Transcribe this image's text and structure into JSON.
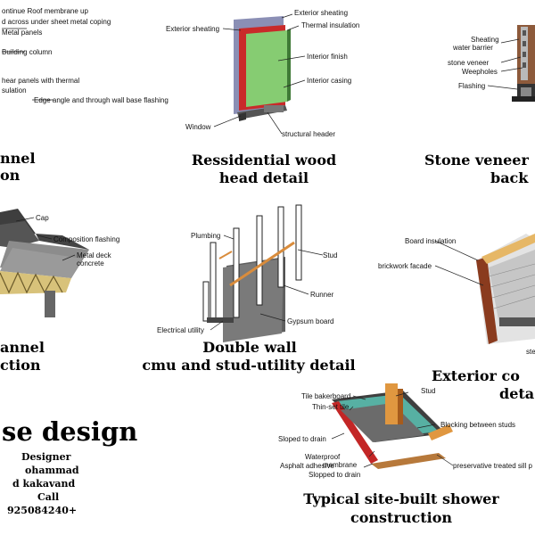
{
  "panels": {
    "metal_panel": {
      "labels": [
        "ontinue Roof membrane up",
        "d across under sheet metal coping",
        "Metal panels",
        "Building column",
        "hear panels with thermal",
        "sulation",
        "Edge angle and through wall base flashing"
      ],
      "title": [
        "nnel",
        "on"
      ]
    },
    "wood_head": {
      "labels": [
        "Exterior sheating",
        "Exterior sheating",
        "Thermal insulation",
        "Interior finish",
        "Interior casing",
        "Window",
        "structural header"
      ],
      "title": [
        "Ressidential wood",
        "head detail"
      ]
    },
    "stone_veneer": {
      "labels": [
        "Sheating",
        "water barrier",
        "stone veneer",
        "Weepholes",
        "Flashing"
      ],
      "title": [
        "Stone veneer",
        "back"
      ]
    },
    "channel": {
      "labels": [
        "Cap",
        "Composition flashing",
        "Metal deck",
        "concrete"
      ],
      "title": [
        "annel",
        "ction"
      ]
    },
    "double_wall": {
      "labels": [
        "Plumbing",
        "Stud",
        "Runner",
        "Gypsum board",
        "Electrical utility"
      ],
      "title": [
        "Double wall",
        "cmu and stud-utility detail"
      ]
    },
    "exterior_corner": {
      "labels": [
        "Board insulation",
        "brickwork facade",
        "ste"
      ],
      "title": [
        "Exterior co",
        "deta"
      ]
    },
    "shower": {
      "labels": [
        "Tile bakerboard",
        "Thin-set tile",
        "Stud",
        "Blocking between studs",
        "Sloped to drain",
        "Waterproof",
        "membrane",
        "Asphalt adhesive",
        "Slopped to drain",
        "preservative treated sill p"
      ],
      "title": [
        "Typical site-built shower",
        "construction"
      ]
    }
  },
  "brand": {
    "name": "se design",
    "credit": [
      "Designer",
      "ohammad",
      "d kakavand",
      "Call",
      "925084240+"
    ]
  }
}
